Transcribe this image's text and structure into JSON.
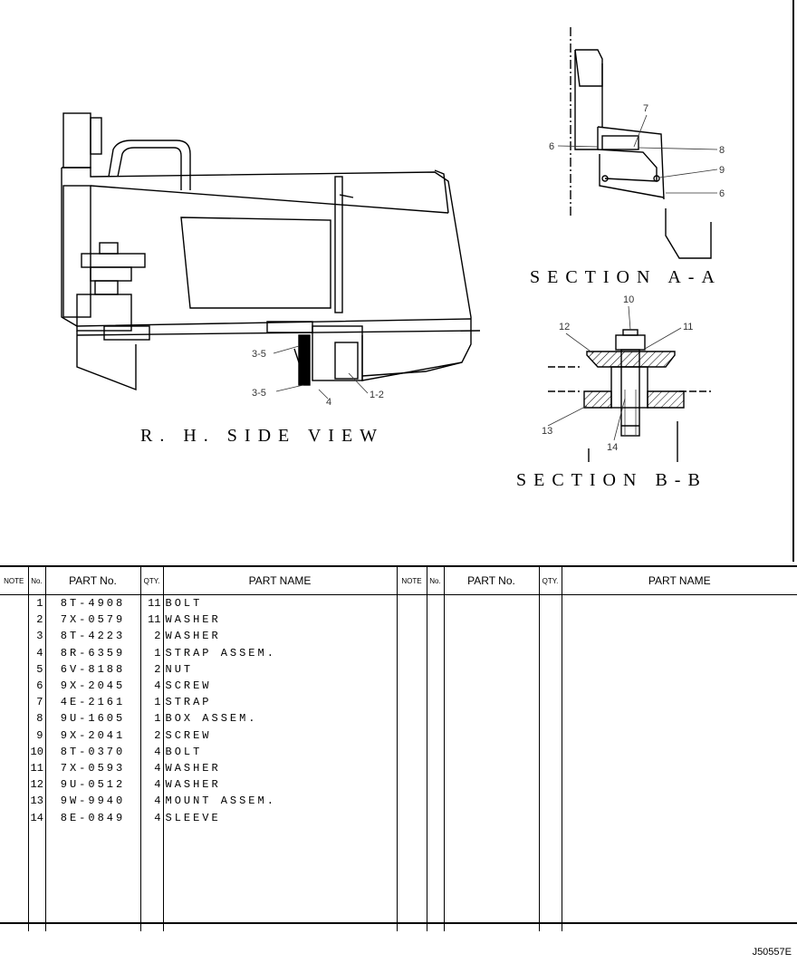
{
  "views": {
    "side_view_label": "R. H.  SIDE VIEW",
    "section_aa_label": "SECTION A-A",
    "section_bb_label": "SECTION B-B"
  },
  "callouts": {
    "c35a": "3-5",
    "c35b": "3-5",
    "c4": "4",
    "c12": "1-2",
    "aa6a": "6",
    "aa7": "7",
    "aa8": "8",
    "aa9": "9",
    "aa6b": "6",
    "bb10": "10",
    "bb11": "11",
    "bb12": "12",
    "bb13": "13",
    "bb14": "14"
  },
  "table": {
    "headers": {
      "note": "NOTE",
      "no": "No.",
      "part_no": "PART No.",
      "qty": "QTY.",
      "part_name": "PART NAME"
    },
    "rows": [
      {
        "no": "1",
        "part_no": "8T-4908",
        "qty": "11",
        "name": "BOLT"
      },
      {
        "no": "2",
        "part_no": "7X-0579",
        "qty": "11",
        "name": "WASHER"
      },
      {
        "no": "3",
        "part_no": "8T-4223",
        "qty": "2",
        "name": "WASHER"
      },
      {
        "no": "4",
        "part_no": "8R-6359",
        "qty": "1",
        "name": "STRAP ASSEM."
      },
      {
        "no": "5",
        "part_no": "6V-8188",
        "qty": "2",
        "name": "NUT"
      },
      {
        "no": "6",
        "part_no": "9X-2045",
        "qty": "4",
        "name": "SCREW"
      },
      {
        "no": "7",
        "part_no": "4E-2161",
        "qty": "1",
        "name": "STRAP"
      },
      {
        "no": "8",
        "part_no": "9U-1605",
        "qty": "1",
        "name": "BOX ASSEM."
      },
      {
        "no": "9",
        "part_no": "9X-2041",
        "qty": "2",
        "name": "SCREW"
      },
      {
        "no": "10",
        "part_no": "8T-0370",
        "qty": "4",
        "name": "BOLT"
      },
      {
        "no": "11",
        "part_no": "7X-0593",
        "qty": "4",
        "name": "WASHER"
      },
      {
        "no": "12",
        "part_no": "9U-0512",
        "qty": "4",
        "name": "WASHER"
      },
      {
        "no": "13",
        "part_no": "9W-9940",
        "qty": "4",
        "name": "MOUNT ASSEM."
      },
      {
        "no": "14",
        "part_no": "8E-0849",
        "qty": "4",
        "name": "SLEEVE"
      }
    ]
  },
  "doc_id": "J50557E"
}
